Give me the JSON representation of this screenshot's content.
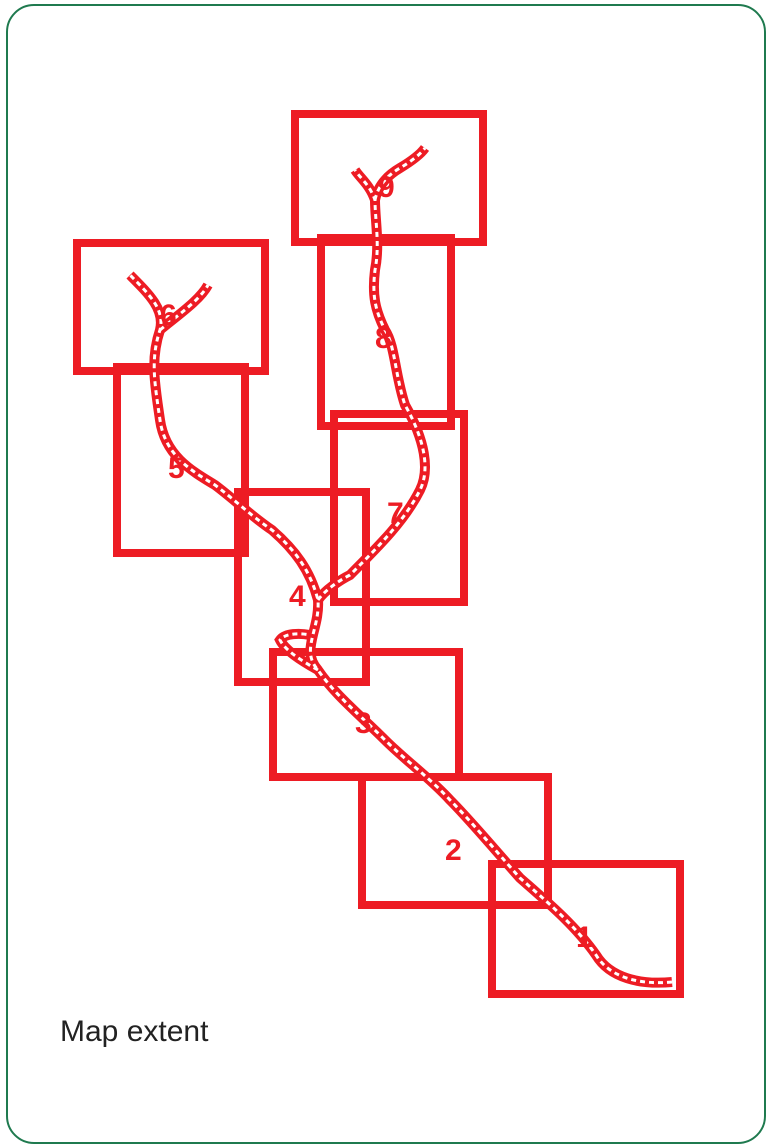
{
  "caption": "Map extent",
  "colors": {
    "frame": "#1f7a4f",
    "extent": "#ed1c24",
    "text": "#222222"
  },
  "extents": [
    {
      "id": "1",
      "label": "1"
    },
    {
      "id": "2",
      "label": "2"
    },
    {
      "id": "3",
      "label": "3"
    },
    {
      "id": "4",
      "label": "4"
    },
    {
      "id": "5",
      "label": "5"
    },
    {
      "id": "6",
      "label": "6"
    },
    {
      "id": "7",
      "label": "7"
    },
    {
      "id": "8",
      "label": "8"
    },
    {
      "id": "9",
      "label": "9"
    }
  ]
}
